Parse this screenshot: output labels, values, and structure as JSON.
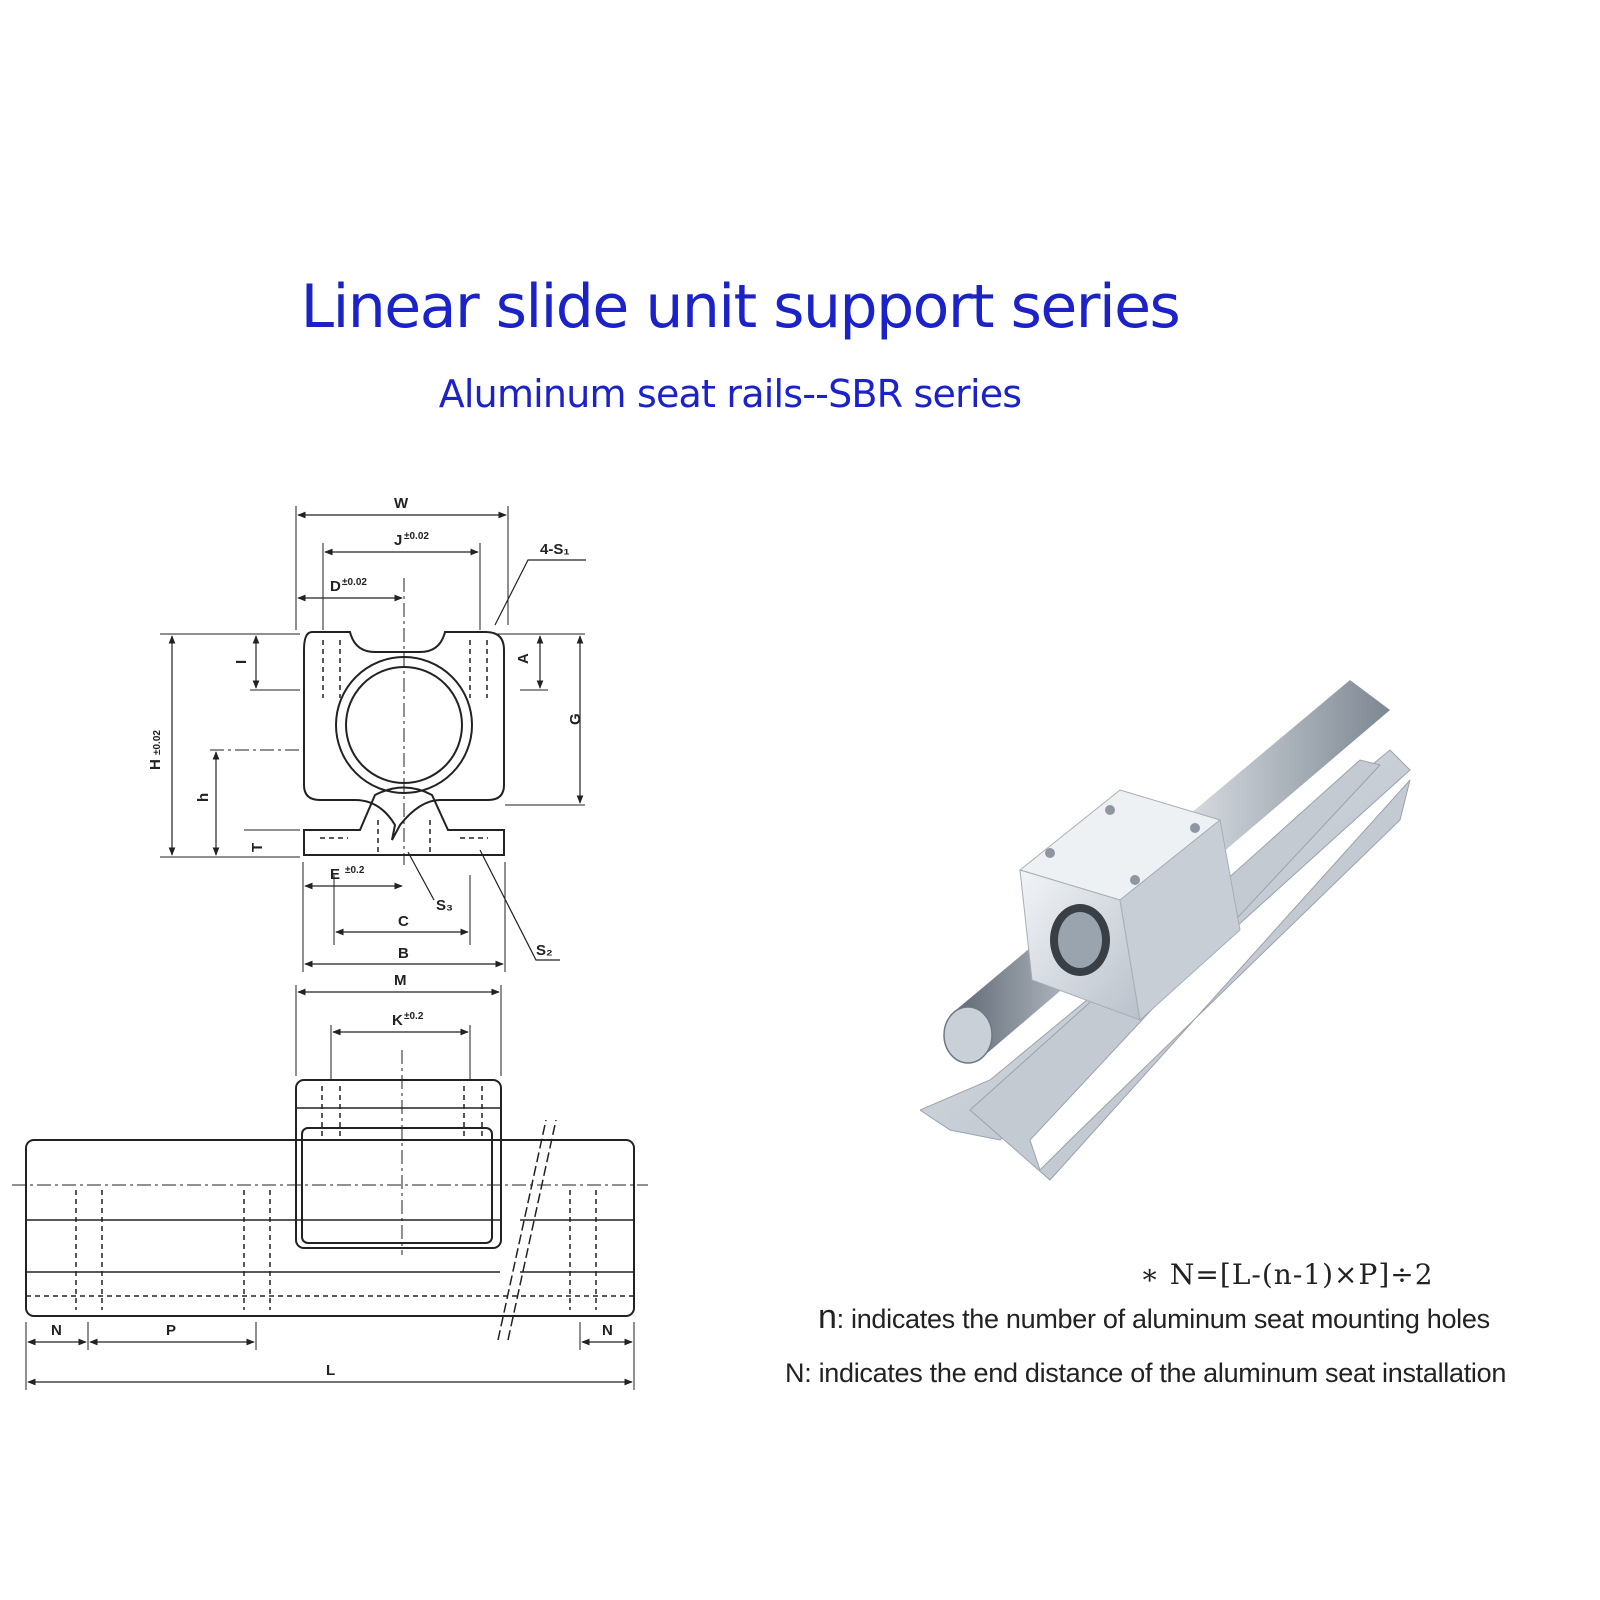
{
  "header": {
    "title": "Linear slide unit support series",
    "subtitle": "Aluminum seat rails--SBR series"
  },
  "drawing": {
    "labels": {
      "W": "W",
      "J": "J",
      "J_tol": "±0.02",
      "D": "D",
      "D_tol": "±0.02",
      "S1": "4-S₁",
      "A": "A",
      "G": "G",
      "I": "I",
      "H": "H",
      "H_tol": "±0.02",
      "h": "h",
      "T": "T",
      "E": "E",
      "E_tol": "±0.2",
      "S3": "S₃",
      "S2": "S₂",
      "C": "C",
      "B": "B",
      "M": "M",
      "K": "K",
      "K_tol": "±0.2",
      "N_left": "N",
      "P": "P",
      "N_right": "N",
      "L": "L"
    }
  },
  "formula": {
    "text": "∗ N=[L-(n-1)×P]÷2"
  },
  "notes": [
    {
      "symbol": "n",
      "text": ":  indicates the number of aluminum seat mounting holes"
    },
    {
      "symbol": "N",
      "text": ":  indicates the end distance of the aluminum seat installation"
    }
  ],
  "colors": {
    "title": "#1a22c8",
    "line": "#222222",
    "aluminum": "#c9d0d8",
    "shaft": "#8e98a4"
  }
}
